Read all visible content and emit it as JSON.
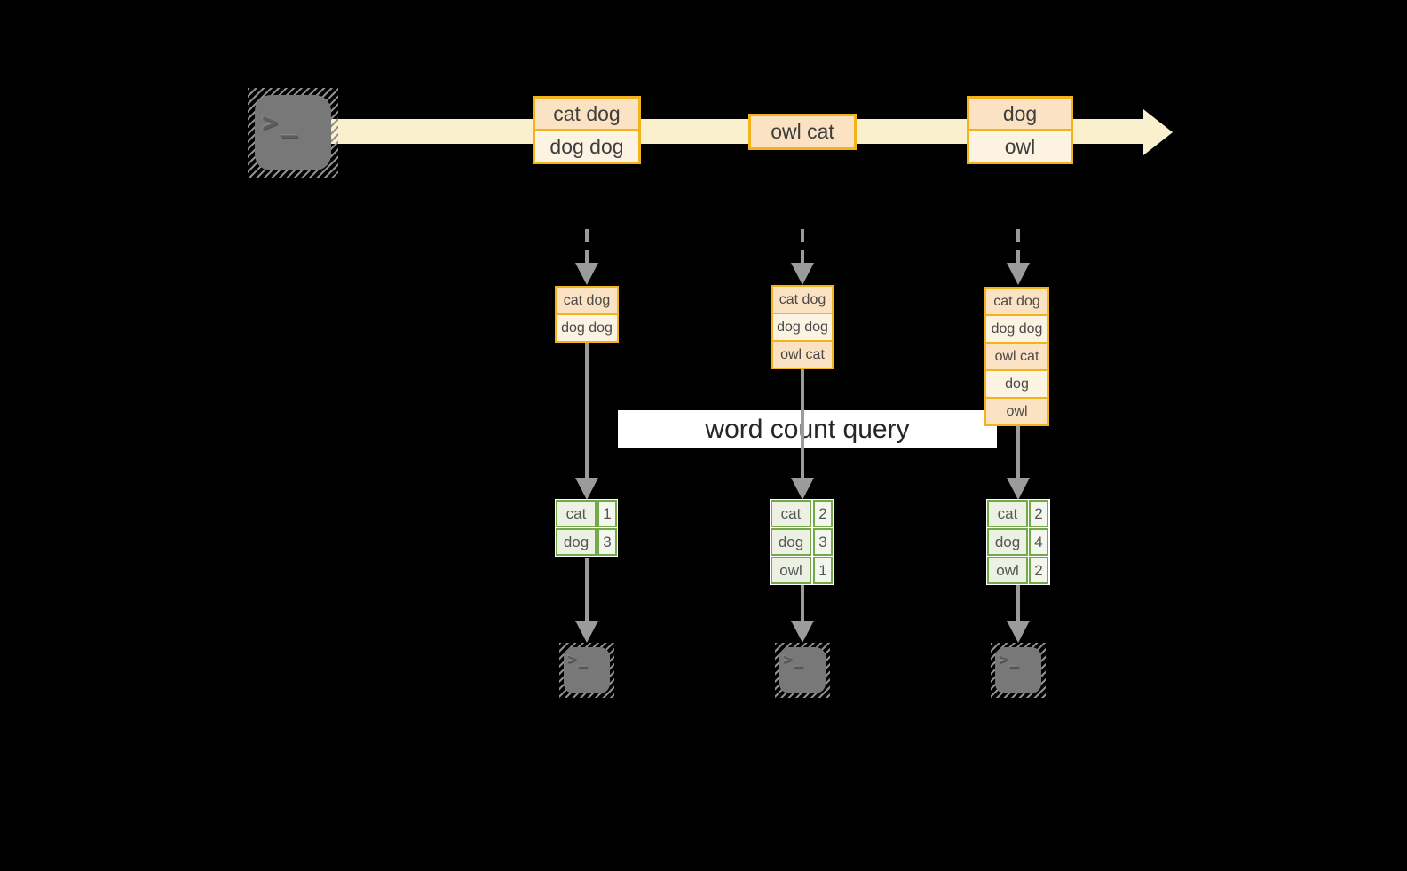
{
  "banner": {
    "label": "word count query"
  },
  "terminal": {
    "prompt": ">_"
  },
  "stream": {
    "events": [
      {
        "lines": [
          "cat dog",
          "dog dog"
        ]
      },
      {
        "lines": [
          "owl cat"
        ]
      },
      {
        "lines": [
          "dog",
          "owl"
        ]
      }
    ]
  },
  "snapshots": [
    {
      "rows": [
        "cat dog",
        "dog dog"
      ]
    },
    {
      "rows": [
        "cat dog",
        "dog dog",
        "owl cat"
      ]
    },
    {
      "rows": [
        "cat dog",
        "dog dog",
        "owl cat",
        "dog",
        "owl"
      ]
    }
  ],
  "counts": [
    {
      "rows": [
        {
          "word": "cat",
          "count": "1"
        },
        {
          "word": "dog",
          "count": "3"
        }
      ]
    },
    {
      "rows": [
        {
          "word": "cat",
          "count": "2"
        },
        {
          "word": "dog",
          "count": "3"
        },
        {
          "word": "owl",
          "count": "1"
        }
      ]
    },
    {
      "rows": [
        {
          "word": "cat",
          "count": "2"
        },
        {
          "word": "dog",
          "count": "4"
        },
        {
          "word": "owl",
          "count": "2"
        }
      ]
    }
  ],
  "colors": {
    "background": "#000000",
    "stream_band": "#FBF0CD",
    "box_border_gold": "#F2B31C",
    "box_fill_dark": "#FAE2C2",
    "box_fill_light": "#FDF3E3",
    "table_border_green": "#74A947",
    "table_cell_green": "#ECF1E3",
    "arrow_gray": "#9B9B9B",
    "banner_bg": "#FFFFFF",
    "terminal_gray": "#787878"
  }
}
